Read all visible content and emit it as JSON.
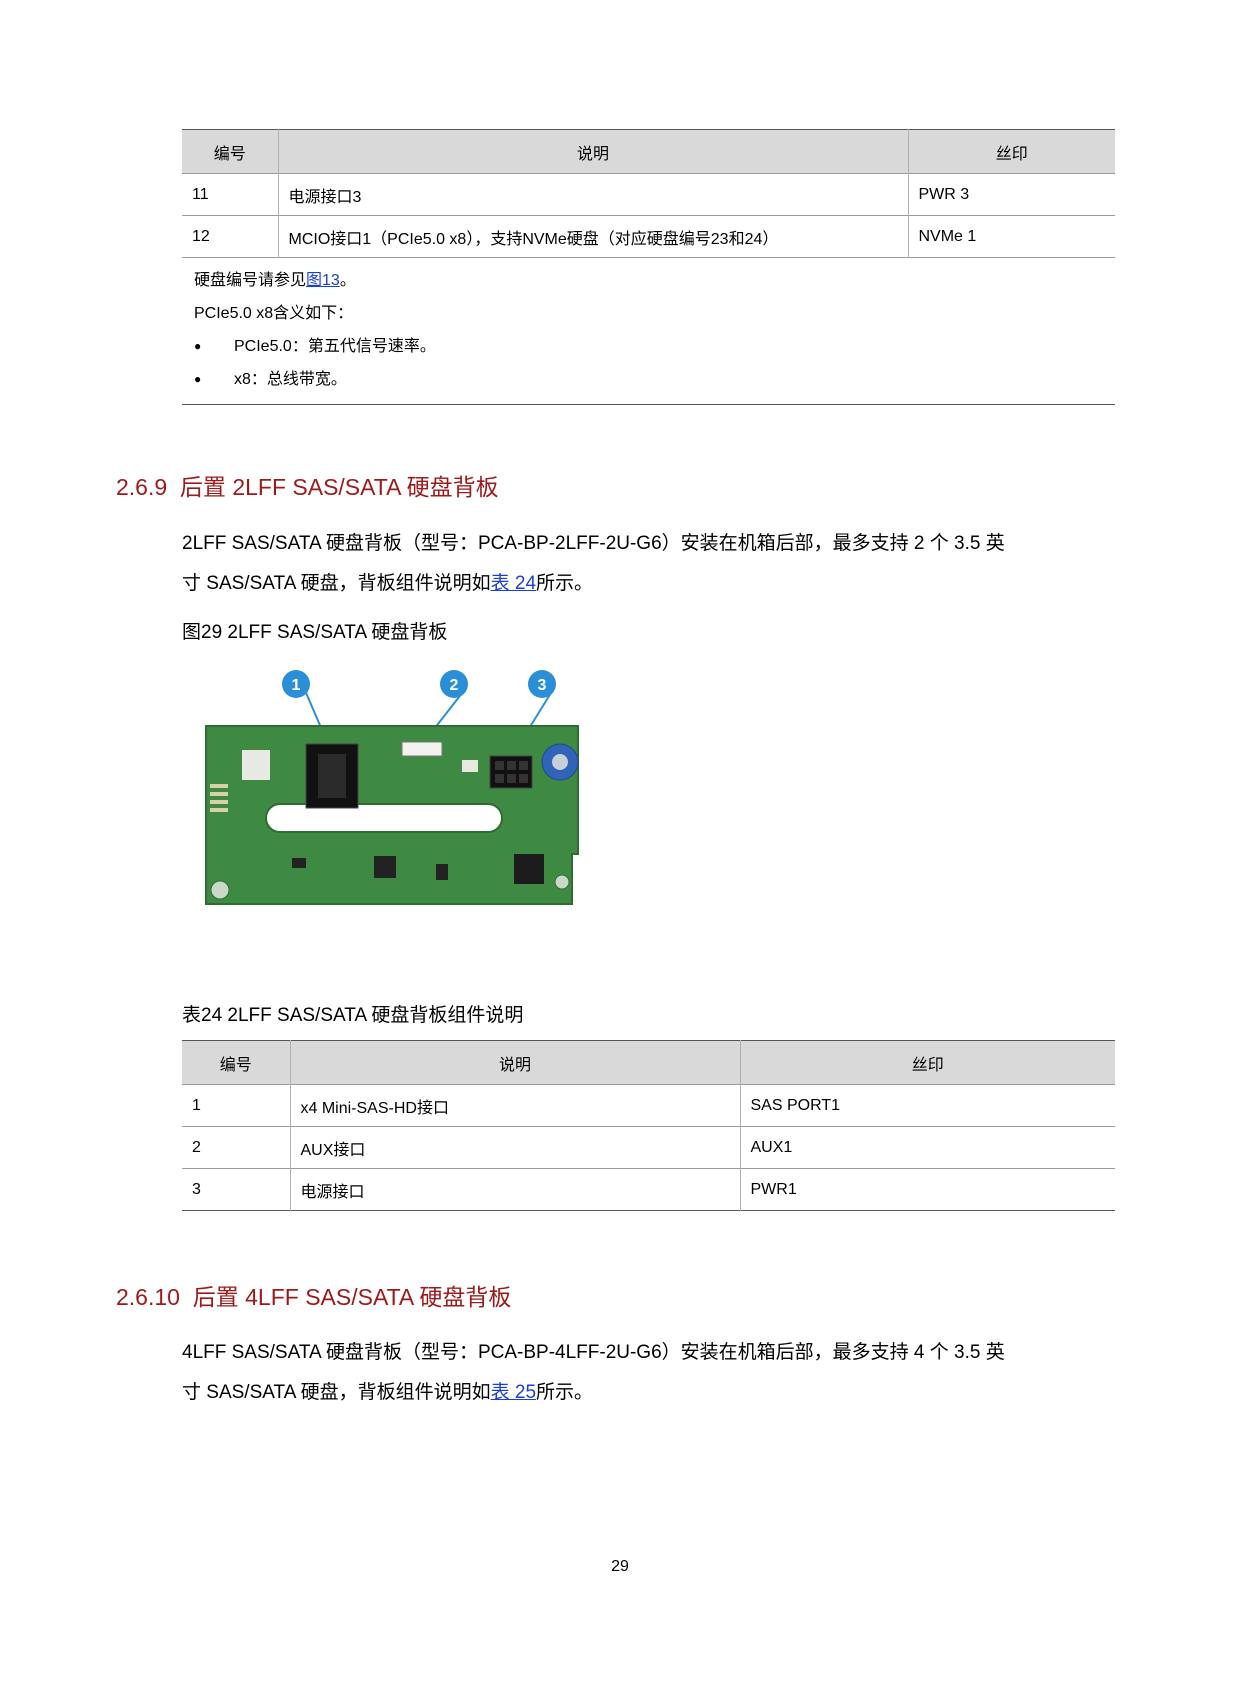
{
  "table_top": {
    "headers": [
      "编号",
      "说明",
      "丝印"
    ],
    "rows": [
      {
        "num": "11",
        "desc": "电源接口3",
        "silk": "PWR 3"
      },
      {
        "num": "12",
        "desc": "MCIO接口1（PCIe5.0 x8），支持NVMe硬盘（对应硬盘编号23和24）",
        "silk": "NVMe 1"
      }
    ],
    "note": {
      "line1_prefix": "硬盘编号请参见",
      "line1_link": "图13",
      "line1_suffix": "。",
      "line2": "PCIe5.0 x8含义如下：",
      "bullets": [
        "PCIe5.0：第五代信号速率。",
        "x8：总线带宽。"
      ]
    }
  },
  "section_269": {
    "heading": "2.6.9  后置 2LFF SAS/SATA 硬盘背板",
    "para_line1": "2LFF SAS/SATA 硬盘背板（型号：PCA-BP-2LFF-2U-G6）安装在机箱后部，最多支持 2 个 3.5 英",
    "para_line2_prefix": "寸 SAS/SATA 硬盘，背板组件说明如",
    "para_line2_link": "表 24",
    "para_line2_suffix": "所示。",
    "figure_caption": "图29 2LFF SAS/SATA 硬盘背板",
    "callouts": [
      "1",
      "2",
      "3"
    ],
    "table_caption": "表24 2LFF SAS/SATA 硬盘背板组件说明",
    "table": {
      "headers": [
        "编号",
        "说明",
        "丝印"
      ],
      "rows": [
        {
          "num": "1",
          "desc": "x4 Mini-SAS-HD接口",
          "silk": "SAS PORT1"
        },
        {
          "num": "2",
          "desc": "AUX接口",
          "silk": "AUX1"
        },
        {
          "num": "3",
          "desc": "电源接口",
          "silk": "PWR1"
        }
      ]
    }
  },
  "section_2610": {
    "heading": "2.6.10  后置 4LFF SAS/SATA 硬盘背板",
    "para_line1": "4LFF SAS/SATA 硬盘背板（型号：PCA-BP-4LFF-2U-G6）安装在机箱后部，最多支持 4 个 3.5 英",
    "para_line2_prefix": "寸 SAS/SATA 硬盘，背板组件说明如",
    "para_line2_link": "表 25",
    "para_line2_suffix": "所示。"
  },
  "page_number": "29",
  "colors": {
    "heading": "#9c1a1a",
    "link": "#1a3fd6",
    "header_bg": "#d9d9d9",
    "pcb": "#3f8a43",
    "callout": "#2a8fd6"
  }
}
